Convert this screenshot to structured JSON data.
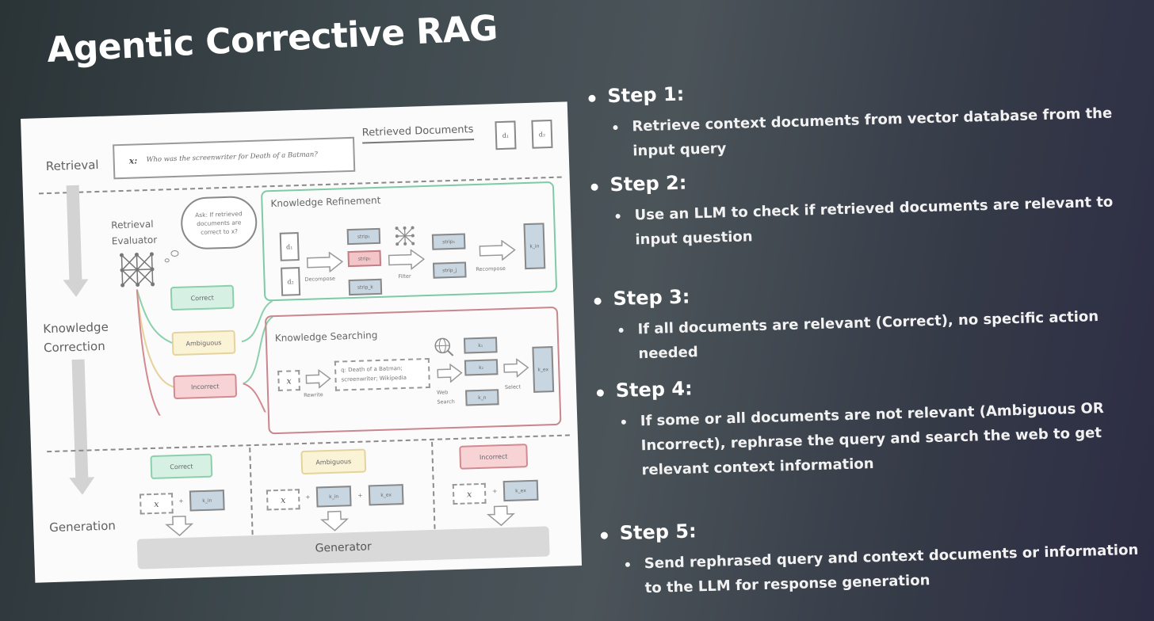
{
  "title": "Agentic Corrective RAG",
  "diagram": {
    "retrieval_label": "Retrieval",
    "query_x": "x:",
    "query_text": "Who was the screenwriter for Death of a Batman?",
    "retrieved_documents": "Retrieved Documents",
    "d1": "d₁",
    "d2": "d₂",
    "retrieval_evaluator": "Retrieval Evaluator",
    "ask_bubble": "Ask: If retrieved documents are correct to x?",
    "knowledge_correction": "Knowledge Correction",
    "knowledge_refinement": "Knowledge Refinement",
    "strip1": "strip₁",
    "strip2": "strip₂",
    "strip3": "strip₃",
    "strip_k": "strip_k",
    "strip_j": "strip_j",
    "decompose": "Decompose",
    "filter": "Filter",
    "recompose": "Recompose",
    "k_in": "k_in",
    "knowledge_searching": "Knowledge Searching",
    "x": "x",
    "rewrite": "Rewrite",
    "search_query": "q: Death of a Batman; screenwriter; Wikipedia",
    "web_search": "Web Search",
    "k1": "k₁",
    "k2": "k₂",
    "kn": "k_n",
    "select": "Select",
    "k_ex": "k_ex",
    "correct": "Correct",
    "ambiguous": "Ambiguous",
    "incorrect": "Incorrect",
    "generation_label": "Generation",
    "plus": "+",
    "generator": "Generator"
  },
  "steps": [
    {
      "title": "Step 1:",
      "desc": "Retrieve context documents from vector database from the input query"
    },
    {
      "title": "Step 2:",
      "desc": "Use an LLM to check if retrieved documents are relevant to input question"
    },
    {
      "title": "Step 3:",
      "desc": "If all documents are relevant (Correct), no specific action needed"
    },
    {
      "title": "Step 4:",
      "desc": "If some or all documents are not relevant (Ambiguous OR Incorrect), rephrase the query and search the web to get relevant context information"
    },
    {
      "title": "Step 5:",
      "desc": "Send rephrased query and context documents or information to the LLM for response generation"
    }
  ]
}
